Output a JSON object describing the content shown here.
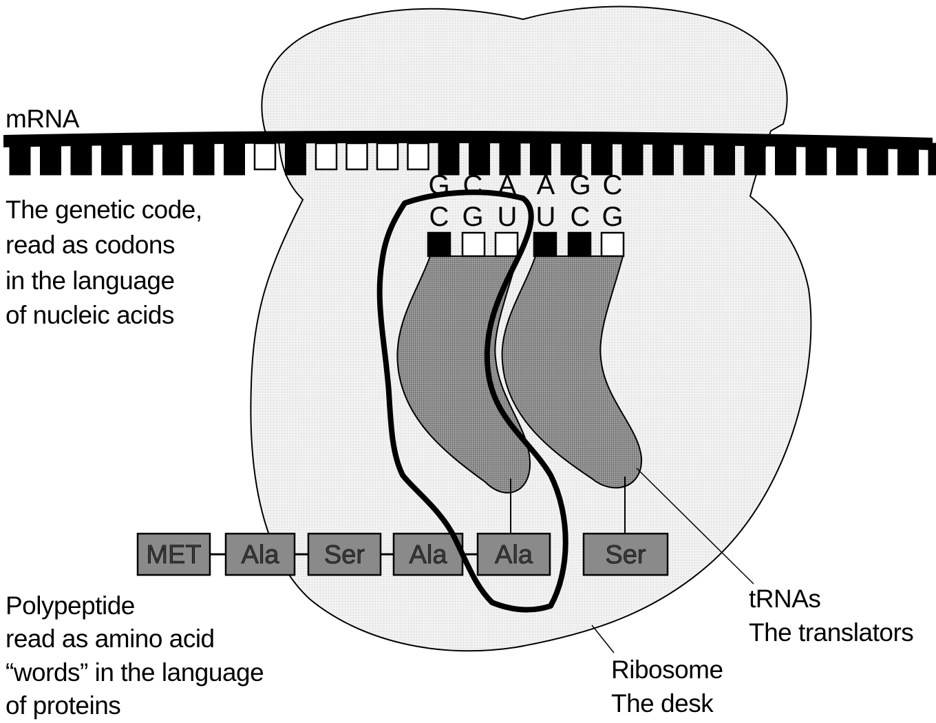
{
  "labels": {
    "mrna": "mRNA",
    "genetic_code": [
      "The genetic code,",
      "read as codons",
      "in the language",
      "of nucleic acids"
    ],
    "polypeptide": [
      "Polypeptide",
      "read as amino acid",
      "“words” in the language",
      "of proteins"
    ],
    "trnas": [
      "tRNAs",
      "The translators"
    ],
    "ribosome": [
      "Ribosome",
      "The desk"
    ]
  },
  "codons": {
    "mrna_bases": [
      "G",
      "C",
      "A",
      "A",
      "G",
      "C"
    ],
    "anticodon_bases": [
      "C",
      "G",
      "U",
      "U",
      "C",
      "G"
    ]
  },
  "amino_acids": [
    "MET",
    "Ala",
    "Ser",
    "Ala",
    "Ala",
    "Ser"
  ],
  "colors": {
    "ink": "#000000",
    "ribosome_fill": "#f1f1f1",
    "trna_fill": "#8c8c8c",
    "amino_fill": "#8a8a8a",
    "background": "#ffffff"
  }
}
